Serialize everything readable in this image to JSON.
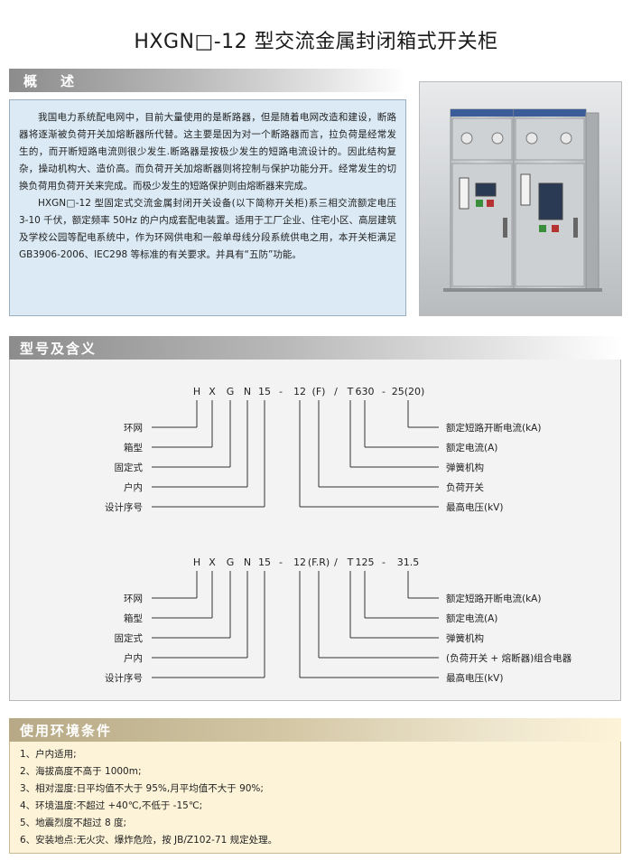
{
  "title": "HXGN□-12 型交流金属封闭箱式开关柜",
  "overview": {
    "label": "概述",
    "paragraphs": [
      "我国电力系统配电网中，目前大量使用的是断路器，但是随着电网改造和建设，断路器将逐渐被负荷开关加熔断器所代替。这主要是因为对一个断路器而言，拉负荷是经常发生的，而开断短路电流则很少发生.断路器是按极少发生的短路电流设计的。因此结构复杂，操动机构大、造价高。而负荷开关加熔断器则将控制与保护功能分开。经常发生的切换负荷用负荷开关来完成。而极少发生的短路保护则由熔断器来完成。",
      "HXGN□-12 型固定式交流金属封闭开关设备(以下简称开关柜)系三相交流额定电压 3-10 千伏，额定频率 50Hz 的户内成套配电装置。适用于工厂企业、住宅小区、高层建筑及学校公园等配电系统中，作为环网供电和一般单母线分段系统供电之用，本开关柜满足 GB3906-2006、IEC298 等标准的有关要求。并具有“五防”功能。"
    ]
  },
  "model": {
    "label": "型号及含义",
    "diagram1": {
      "chars": [
        "H",
        "X",
        "G",
        "N",
        "15",
        "-",
        "12",
        "(F)",
        "/",
        "T",
        "630",
        "-",
        "25(20)"
      ],
      "left_labels": [
        "环网",
        "箱型",
        "固定式",
        "户内",
        "设计序号"
      ],
      "right_labels": [
        "额定短路开断电流(kA)",
        "额定电流(A)",
        "弹簧机构",
        "负荷开关",
        "最高电压(kV)"
      ]
    },
    "diagram2": {
      "chars": [
        "H",
        "X",
        "G",
        "N",
        "15",
        "-",
        "12",
        "(F.R)",
        "/",
        "T",
        "125",
        "-",
        "31.5"
      ],
      "left_labels": [
        "环网",
        "箱型",
        "固定式",
        "户内",
        "设计序号"
      ],
      "right_labels": [
        "额定短路开断电流(kA)",
        "额定电流(A)",
        "弹簧机构",
        "(负荷开关 + 熔断器)组合电器",
        "最高电压(kV)"
      ]
    }
  },
  "environment": {
    "label": "使用环境条件",
    "items": [
      "1、户内适用;",
      "2、海拔高度不高于 1000m;",
      "3、相对湿度:日平均值不大于 95%,月平均值不大于 90%;",
      "4、环境温度:不超过 +40℃,不低于 -15℃;",
      "5、地震烈度不超过 8 度;",
      "6、安装地点:无火灾、爆炸危险，按 JB/Z102-71 规定处理。"
    ]
  },
  "colors": {
    "overview_bg": "#dbeaf4",
    "model_bg": "#f3f3f3",
    "env_bg": "#fdf3d8",
    "cabinet": "#c9cbcd"
  }
}
